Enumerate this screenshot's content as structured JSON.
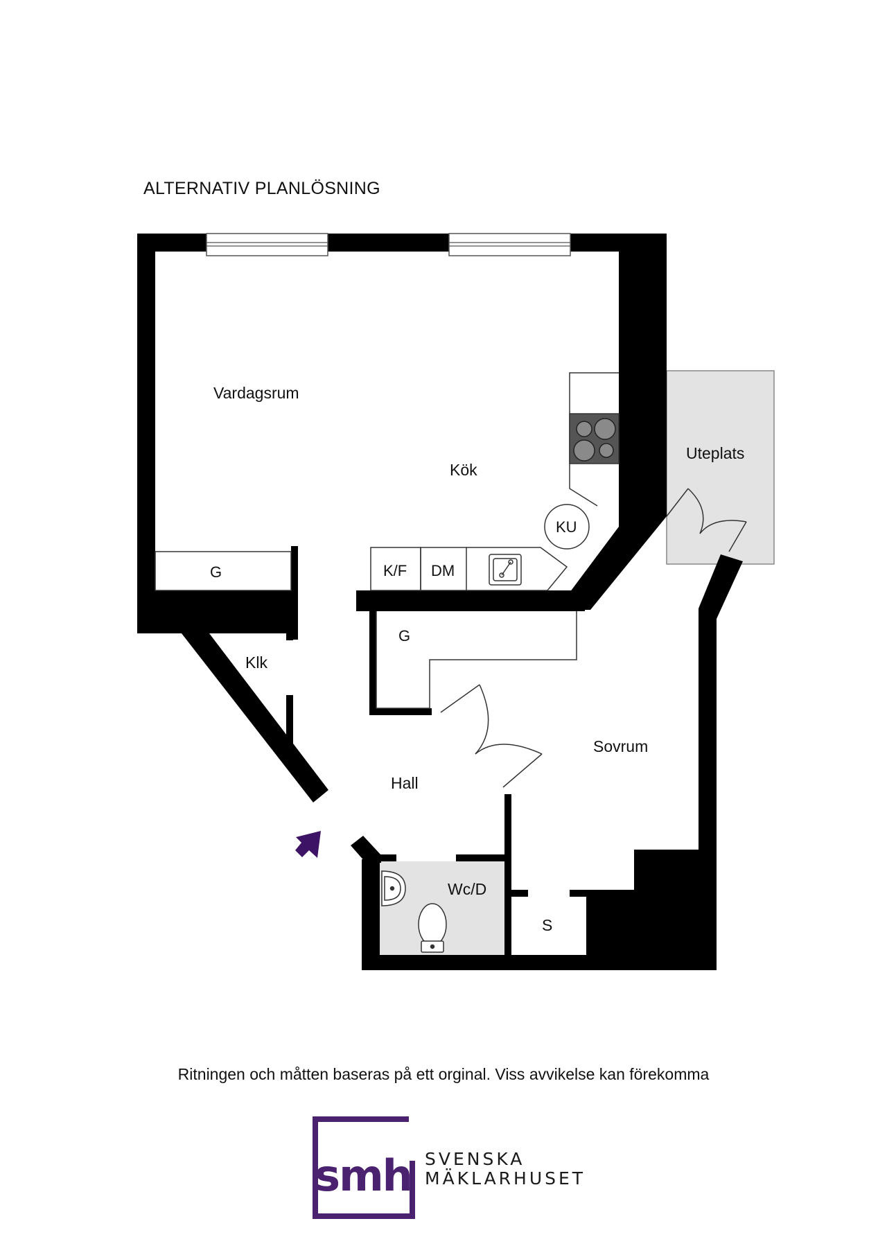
{
  "plan_title": "ALTERNATIV PLANLÖSNING",
  "rooms": {
    "vardagsrum": "Vardagsrum",
    "kok": "Kök",
    "uteplats": "Uteplats",
    "ku": "KU",
    "g_living": "G",
    "kf": "K/F",
    "dm": "DM",
    "klk": "Klk",
    "g_hall": "G",
    "sovrum": "Sovrum",
    "hall": "Hall",
    "wcd": "Wc/D",
    "s": "S"
  },
  "disclaimer": "Ritningen och måtten baseras på ett orginal. Viss avvikelse kan förekomma",
  "brand": {
    "logo_text": "smh",
    "line1": "SVENSKA",
    "line2": "MÄKLARHUSET",
    "color": "#4a2270"
  },
  "colors": {
    "wall": "#000000",
    "shaded_area": "#e3e3e3",
    "entrance_arrow": "#3d1366"
  }
}
